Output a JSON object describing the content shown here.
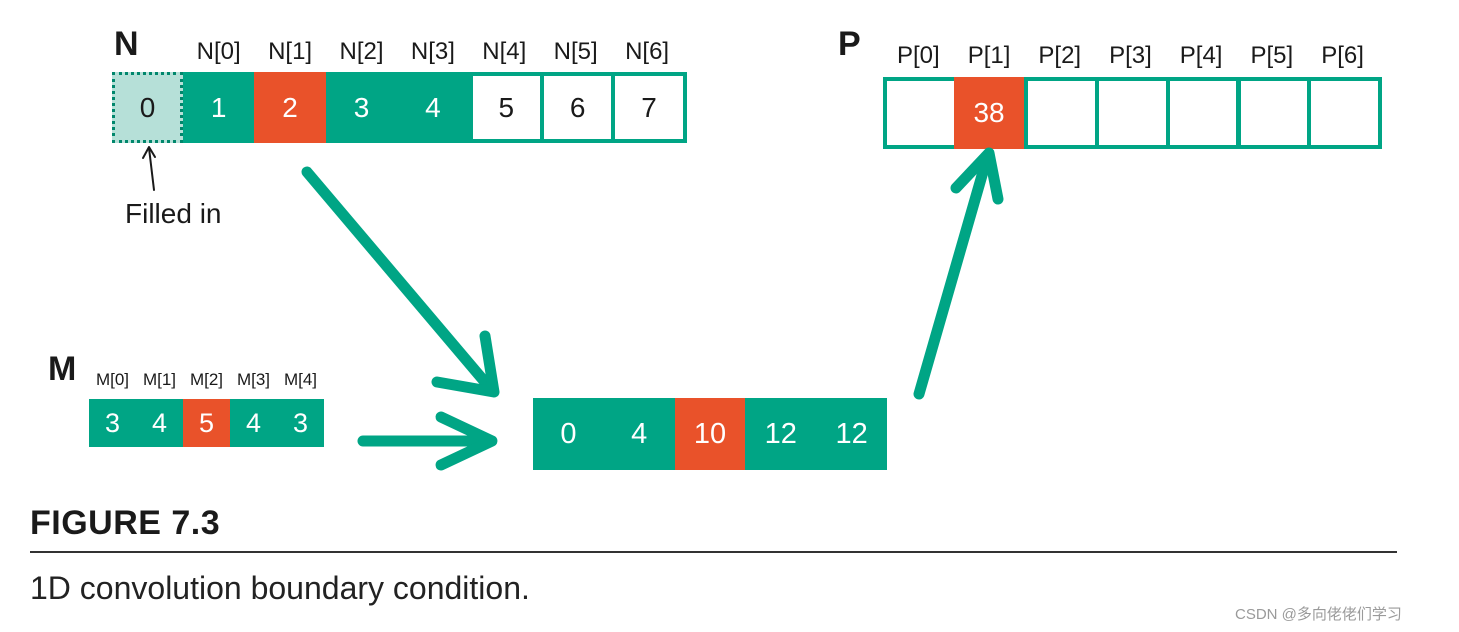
{
  "array_n": {
    "name": "N",
    "indices": [
      "N[0]",
      "N[1]",
      "N[2]",
      "N[3]",
      "N[4]",
      "N[5]",
      "N[6]"
    ],
    "ghost_value": "0",
    "values": [
      "1",
      "2",
      "3",
      "4",
      "5",
      "6",
      "7"
    ],
    "styles": [
      "teal",
      "red",
      "teal",
      "teal",
      "white",
      "white",
      "white"
    ]
  },
  "ghost_note": "Filled in",
  "array_m": {
    "name": "M",
    "indices": [
      "M[0]",
      "M[1]",
      "M[2]",
      "M[3]",
      "M[4]"
    ],
    "values": [
      "3",
      "4",
      "5",
      "4",
      "3"
    ],
    "styles": [
      "teal",
      "teal",
      "red",
      "teal",
      "teal"
    ]
  },
  "products": {
    "values": [
      "0",
      "4",
      "10",
      "12",
      "12"
    ],
    "styles": [
      "teal",
      "teal",
      "red",
      "teal",
      "teal"
    ]
  },
  "array_p": {
    "name": "P",
    "indices": [
      "P[0]",
      "P[1]",
      "P[2]",
      "P[3]",
      "P[4]",
      "P[5]",
      "P[6]"
    ],
    "values": [
      "",
      "38",
      "",
      "",
      "",
      "",
      ""
    ],
    "styles": [
      "white",
      "red",
      "white",
      "white",
      "white",
      "white",
      "white"
    ]
  },
  "caption": {
    "label": "FIGURE 7.3",
    "text": "1D convolution boundary condition."
  },
  "watermark": "CSDN @多向佬佬们学习",
  "colors": {
    "teal": "#00a585",
    "red": "#e9522a",
    "ghost": "#b6e0d8"
  }
}
